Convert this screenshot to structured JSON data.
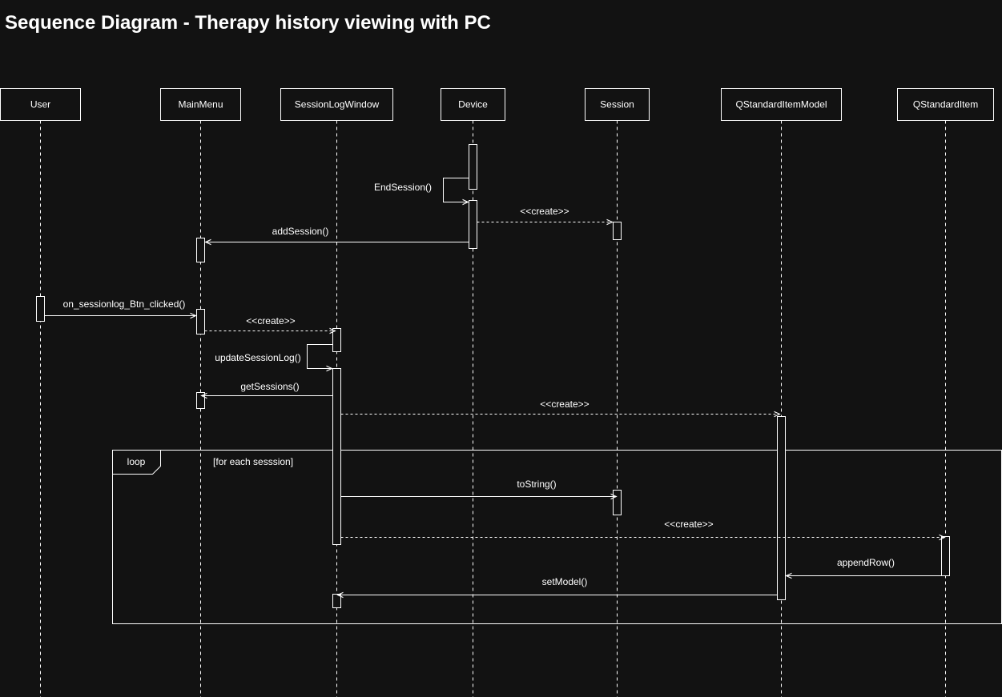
{
  "title": "Sequence Diagram - Therapy history viewing with PC",
  "colors": {
    "background": "#121212",
    "stroke": "#ffffff",
    "text": "#ffffff"
  },
  "participants": [
    {
      "id": "user",
      "label": "User"
    },
    {
      "id": "mainmenu",
      "label": "MainMenu"
    },
    {
      "id": "sessionlogwindow",
      "label": "SessionLogWindow"
    },
    {
      "id": "device",
      "label": "Device"
    },
    {
      "id": "session",
      "label": "Session"
    },
    {
      "id": "qstandarditemmodel",
      "label": "QStandardItemModel"
    },
    {
      "id": "qstandarditem",
      "label": "QStandardItem"
    }
  ],
  "messages": [
    {
      "id": "endsession",
      "from": "device",
      "to": "device",
      "label": "EndSession()",
      "style": "solid"
    },
    {
      "id": "create-session",
      "from": "device",
      "to": "session",
      "label": "<<create>>",
      "style": "dashed"
    },
    {
      "id": "addsession",
      "from": "device",
      "to": "mainmenu",
      "label": "addSession()",
      "style": "solid"
    },
    {
      "id": "on-sessionlog-btn-clicked",
      "from": "user",
      "to": "mainmenu",
      "label": "on_sessionlog_Btn_clicked()",
      "style": "solid"
    },
    {
      "id": "create-sessionlogwindow",
      "from": "mainmenu",
      "to": "sessionlogwindow",
      "label": "<<create>>",
      "style": "dashed"
    },
    {
      "id": "updatesessionlog",
      "from": "sessionlogwindow",
      "to": "sessionlogwindow",
      "label": "updateSessionLog()",
      "style": "solid"
    },
    {
      "id": "getsessions",
      "from": "sessionlogwindow",
      "to": "mainmenu",
      "label": "getSessions()",
      "style": "solid"
    },
    {
      "id": "create-model",
      "from": "sessionlogwindow",
      "to": "qstandarditemmodel",
      "label": "<<create>>",
      "style": "dashed"
    },
    {
      "id": "tostring",
      "from": "sessionlogwindow",
      "to": "session",
      "label": "toString()",
      "style": "solid"
    },
    {
      "id": "create-item",
      "from": "sessionlogwindow",
      "to": "qstandarditem",
      "label": "<<create>>",
      "style": "dashed"
    },
    {
      "id": "appendrow",
      "from": "qstandarditem",
      "to": "qstandarditemmodel",
      "label": "appendRow()",
      "style": "solid"
    },
    {
      "id": "setmodel",
      "from": "qstandarditemmodel",
      "to": "sessionlogwindow",
      "label": "setModel()",
      "style": "solid"
    }
  ],
  "loop_fragment": {
    "operator": "loop",
    "guard": "[for each sesssion]"
  }
}
